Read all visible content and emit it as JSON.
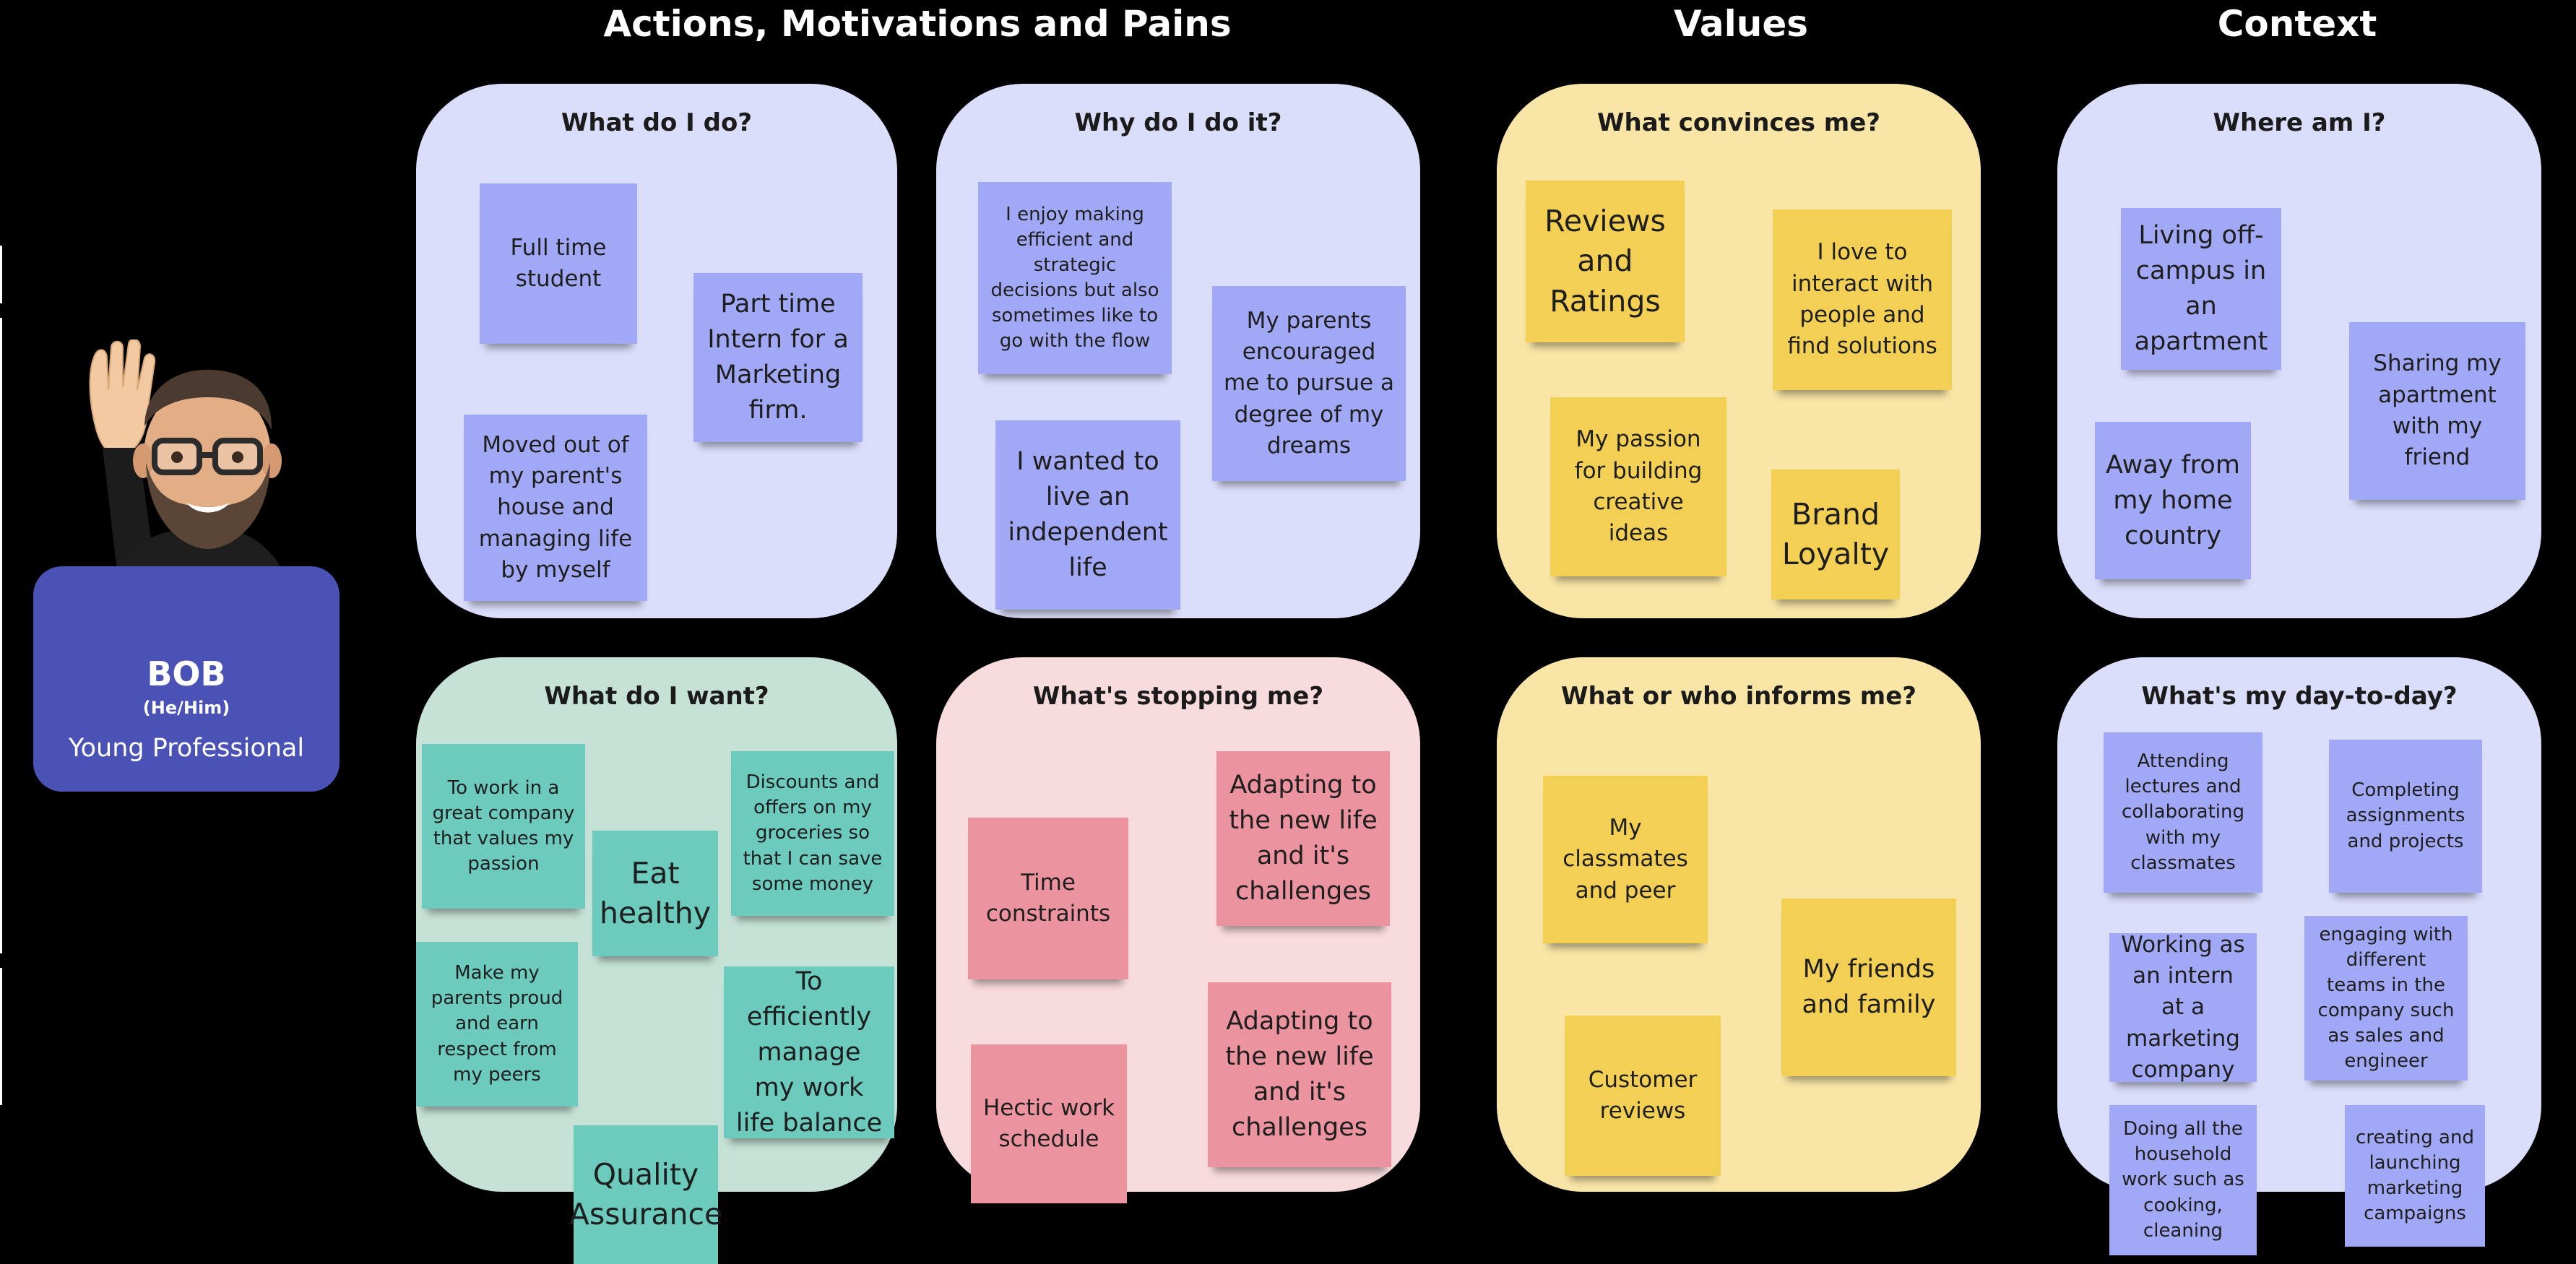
{
  "colors": {
    "background": "#000000",
    "panel_purple": "#dbdefb",
    "panel_yellow": "#f9e6a6",
    "panel_green": "#c6e2d7",
    "panel_pink": "#f8dbdd",
    "note_blue": "#a1a9f6",
    "note_yellow": "#f3d053",
    "note_teal": "#6ccbbd",
    "note_pink": "#ec93a0",
    "persona_card": "#4a52b6"
  },
  "sections": {
    "actions": "Actions, Motivations and Pains",
    "values": "Values",
    "context": "Context"
  },
  "persona": {
    "avatar_icon": "waving-memoji-avatar-icon",
    "name": "BOB",
    "pronouns": "(He/Him)",
    "role": "Young Professional"
  },
  "panels": {
    "what_do_i_do": {
      "title": "What do I do?",
      "notes": [
        "Full time student",
        "Part time Intern for a Marketing firm.",
        "Moved out of my parent's house and managing life by myself"
      ]
    },
    "why_do_i_do_it": {
      "title": "Why do I do it?",
      "notes": [
        "I enjoy making efficient and strategic decisions but also sometimes like to go with the flow",
        "My parents encouraged me to pursue a degree of my dreams",
        "I wanted to live an independent life"
      ]
    },
    "what_convinces_me": {
      "title": "What convinces me?",
      "notes": [
        "Reviews and Ratings",
        "I love to interact with people and find solutions",
        "My passion for building creative ideas",
        "Brand Loyalty"
      ]
    },
    "where_am_i": {
      "title": "Where am I?",
      "notes": [
        "Living off-campus in an apartment",
        "Sharing my apartment with my friend",
        "Away from my home country"
      ]
    },
    "what_do_i_want": {
      "title": "What do I want?",
      "notes": [
        "To work in a great company that values my passion",
        "Eat healthy",
        "Discounts and offers on my groceries so that I can save some money",
        "Make my parents proud and earn respect from my peers",
        "To efficiently manage my work life balance",
        "Quality Assurance"
      ]
    },
    "whats_stopping_me": {
      "title": "What's stopping me?",
      "notes": [
        "Time constraints",
        "Adapting to the new life and it's challenges",
        "Hectic work schedule",
        "Adapting to the new life and it's challenges"
      ]
    },
    "what_or_who_informs_me": {
      "title": "What or who informs me?",
      "notes": [
        "My classmates and peer",
        "My friends and family",
        "Customer reviews"
      ]
    },
    "whats_my_day_to_day": {
      "title": "What's my day-to-day?",
      "notes": [
        "Attending lectures and collaborating with my classmates",
        "Completing assignments and projects",
        "Working as an intern at a marketing company",
        "engaging with different teams in the company such as sales and engineer",
        "Doing all the household work such as cooking, cleaning",
        "creating and launching marketing campaigns"
      ]
    }
  }
}
